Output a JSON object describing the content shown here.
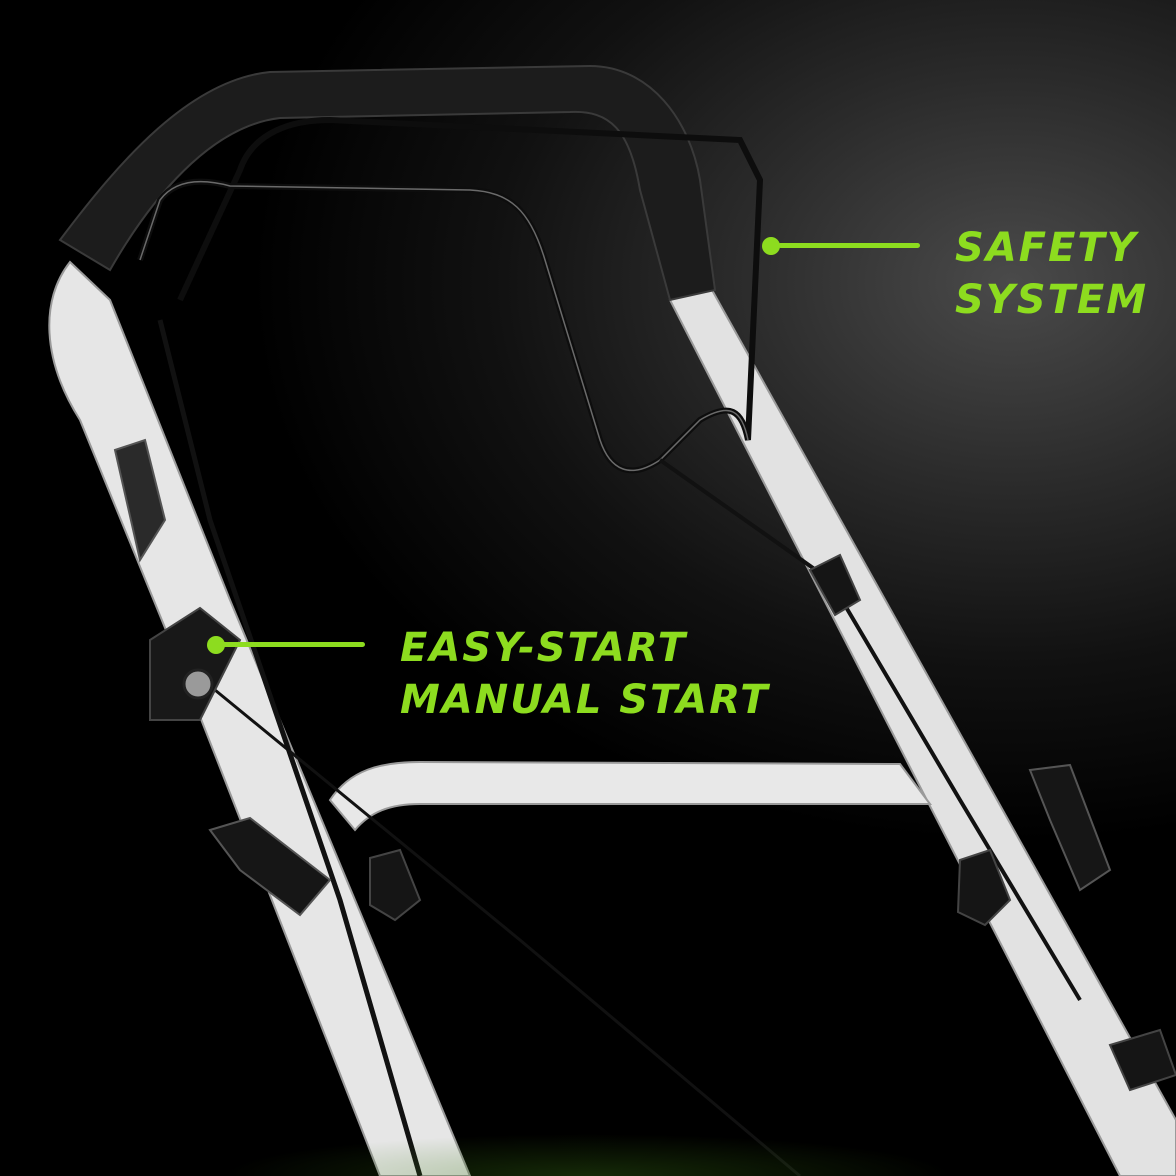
{
  "colors": {
    "accent": "#8ddc1f",
    "background": "#000000",
    "frame": "#e6e6e6",
    "grip": "#1c1c1c"
  },
  "callouts": {
    "safety": {
      "line1": "SAFETY",
      "line2": "SYSTEM"
    },
    "start": {
      "line1": "EASY-START",
      "line2": "MANUAL START"
    }
  }
}
